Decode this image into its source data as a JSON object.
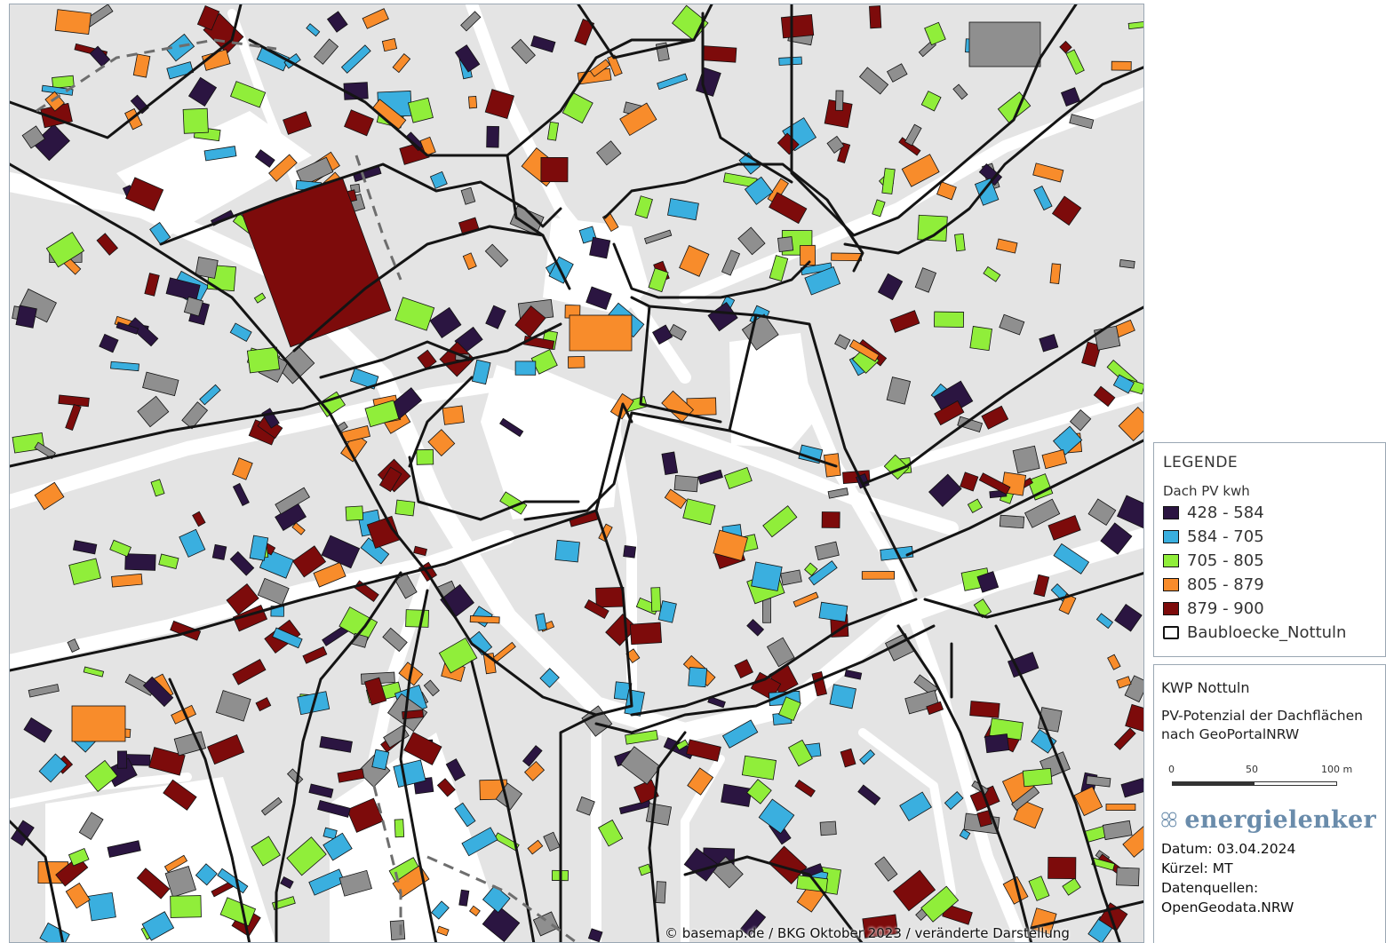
{
  "legend": {
    "title": "LEGENDE",
    "subtitle": "Dach PV kwh",
    "classes": [
      {
        "label": "428 - 584",
        "color": "#2b1541"
      },
      {
        "label": "584 - 705",
        "color": "#3aafdf"
      },
      {
        "label": "705 - 805",
        "color": "#90ee3a"
      },
      {
        "label": "805 - 879",
        "color": "#f88c2b"
      },
      {
        "label": "879 - 900",
        "color": "#7d0b0b"
      }
    ],
    "blocks_label": "Baubloecke_Nottuln"
  },
  "info": {
    "title": "KWP Nottuln",
    "description": "PV-Potenzial der Dachflächen nach GeoPortalNRW",
    "scale": {
      "labels": [
        "0",
        "50",
        "100 m"
      ]
    },
    "brand": "energielenker",
    "date": "Datum: 03.04.2024",
    "author": "Kürzel: MT",
    "sources_label": "Datenquellen:",
    "sources": "OpenGeodata.NRW"
  },
  "map": {
    "credit": "© basemap.de / BKG Oktober 2023 / veränderte Darstellung",
    "colors": {
      "background": "#e4e4e4",
      "road": "#ffffff",
      "block_outline": "#141414",
      "unrated_roof": "#8f8f8f"
    }
  }
}
